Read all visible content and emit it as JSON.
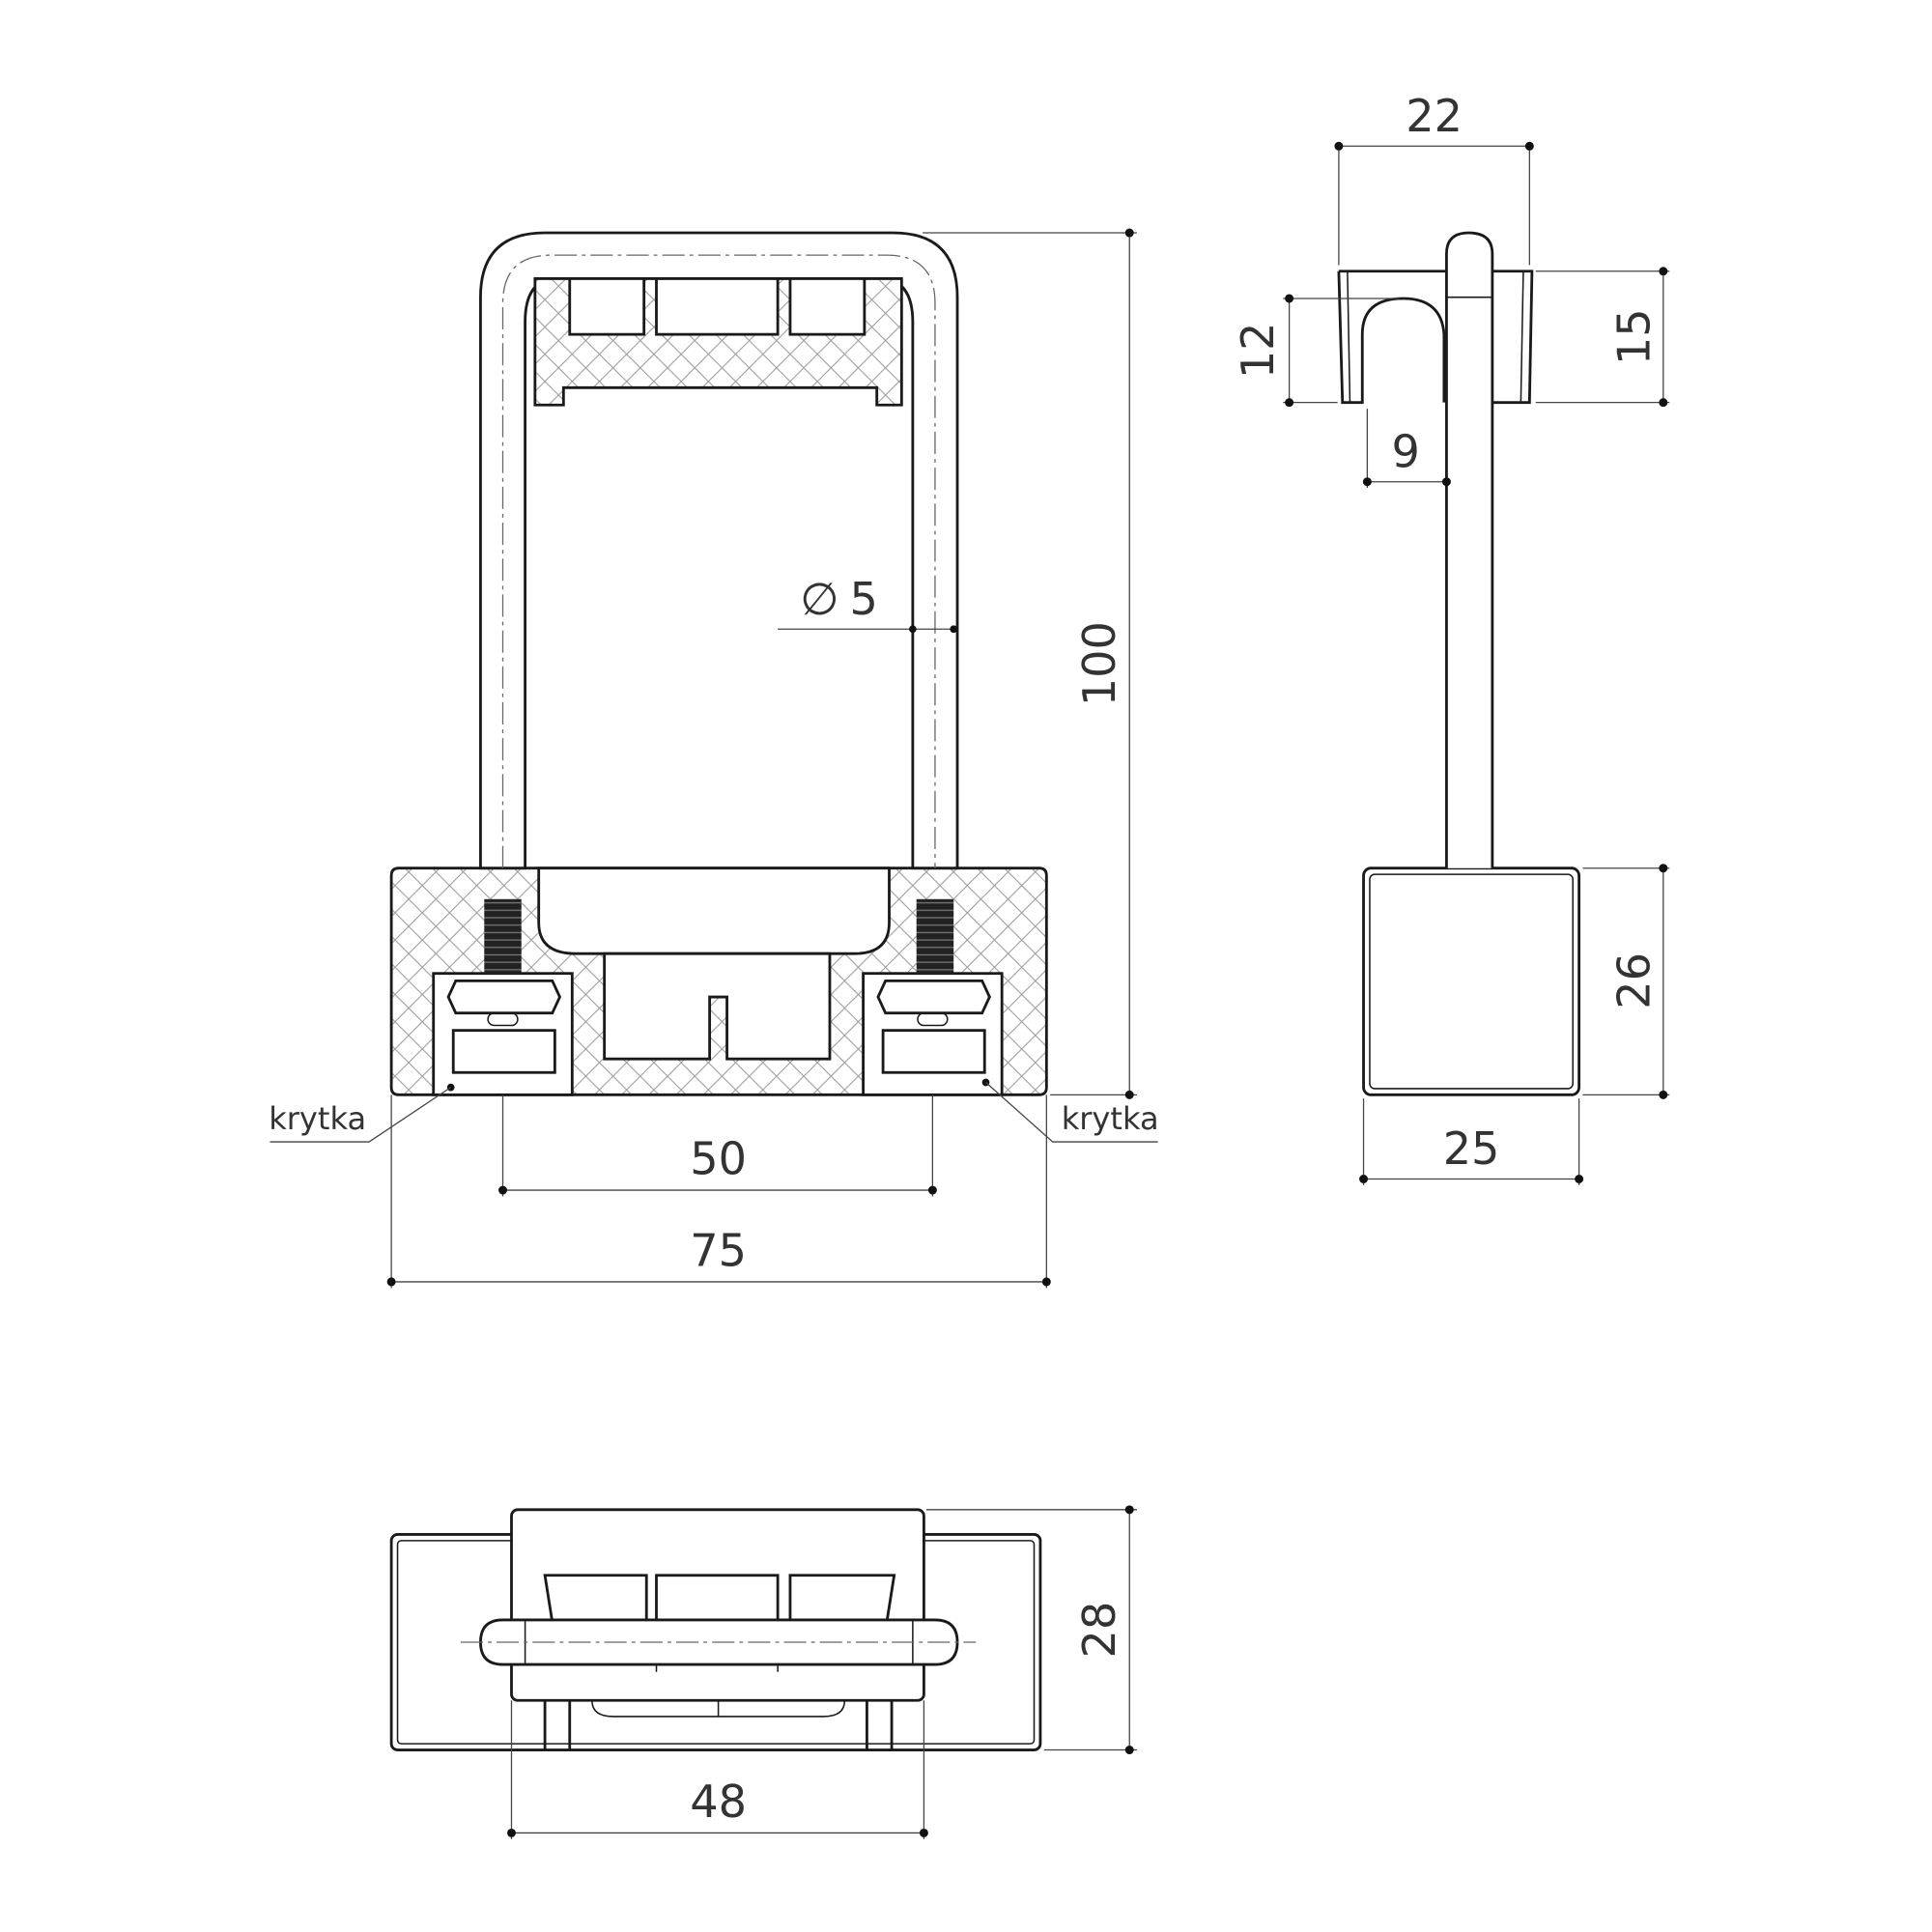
{
  "front_view": {
    "dim_height": "100",
    "dim_bolt_spacing": "50",
    "dim_width": "75",
    "dim_rod_diameter": "5",
    "diameter_symbol": "∅",
    "label_cap_left": "krytka",
    "label_cap_right": "krytka"
  },
  "side_view": {
    "dim_clip_width": "22",
    "dim_clip_height": "15",
    "dim_slot_height": "12",
    "dim_slot_width": "9",
    "dim_base_height": "26",
    "dim_base_width": "25"
  },
  "top_view": {
    "dim_depth": "28",
    "dim_body_width": "48"
  }
}
